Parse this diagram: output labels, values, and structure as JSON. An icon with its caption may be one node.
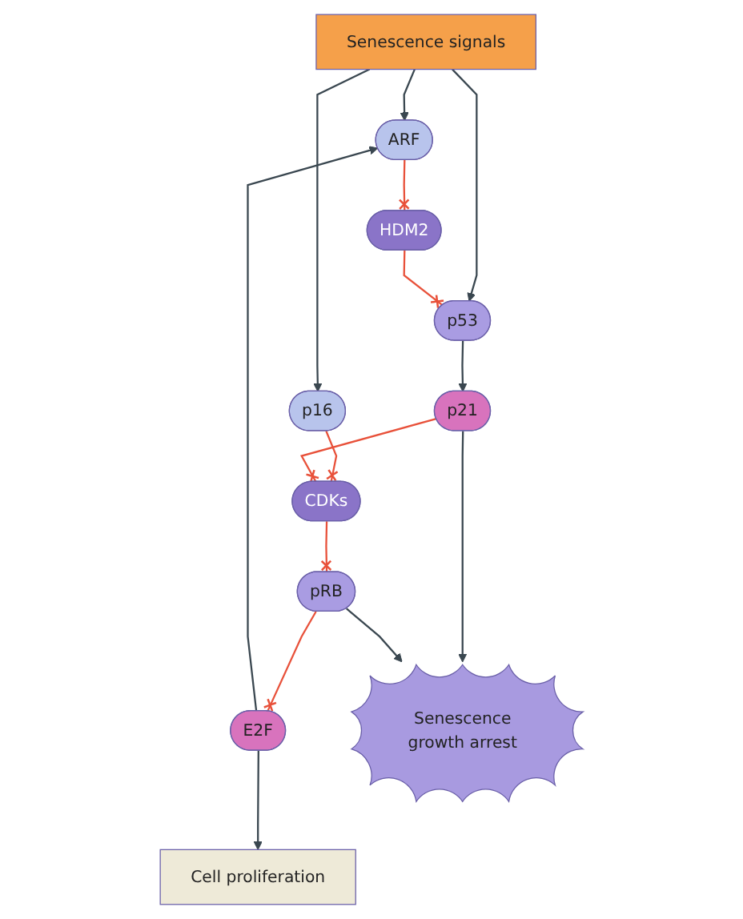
{
  "diagram": {
    "nodes": [
      {
        "text": [
          "Senescence signals"
        ]
      },
      {
        "text": [
          "ARF"
        ]
      },
      {
        "text": [
          "HDM2"
        ]
      },
      {
        "text": [
          "p53"
        ]
      },
      {
        "text": [
          "p21"
        ]
      },
      {
        "text": [
          "p16"
        ]
      },
      {
        "text": [
          "CDKs"
        ]
      },
      {
        "text": [
          "pRB"
        ]
      },
      {
        "text": [
          "E2F"
        ]
      },
      {
        "text": [
          "Cell proliferation"
        ]
      },
      {
        "text": [
          "Senescence",
          "growth arrest"
        ]
      }
    ],
    "edges": [
      {
        "from": 0,
        "to": 1,
        "arrow": "to"
      },
      {
        "from": 0,
        "to": 3,
        "arrow": "to"
      },
      {
        "from": 0,
        "to": 5,
        "arrow": "to"
      },
      {
        "from": 1,
        "to": 2,
        "arrow": "other",
        "color": "#e8513a"
      },
      {
        "from": 2,
        "to": 3,
        "arrow": "other",
        "color": "#e8513a"
      },
      {
        "from": 3,
        "to": 4,
        "arrow": "to"
      },
      {
        "from": 5,
        "to": 6,
        "arrow": "other",
        "color": "#e8513a"
      },
      {
        "from": 6,
        "to": 7,
        "arrow": "other",
        "color": "#e8513a"
      },
      {
        "from": 7,
        "to": 8,
        "arrow": "other",
        "color": "#e8513a"
      },
      {
        "from": 8,
        "to": 9,
        "arrow": "to"
      },
      {
        "from": 4,
        "to": 6,
        "arrow": "other",
        "color": "#e8513a"
      },
      {
        "from": 8,
        "to": 1,
        "arrow": "to"
      },
      {
        "from": 4,
        "to": 10,
        "arrow": "to"
      },
      {
        "from": 7,
        "to": 10,
        "arrow": "to"
      }
    ]
  }
}
